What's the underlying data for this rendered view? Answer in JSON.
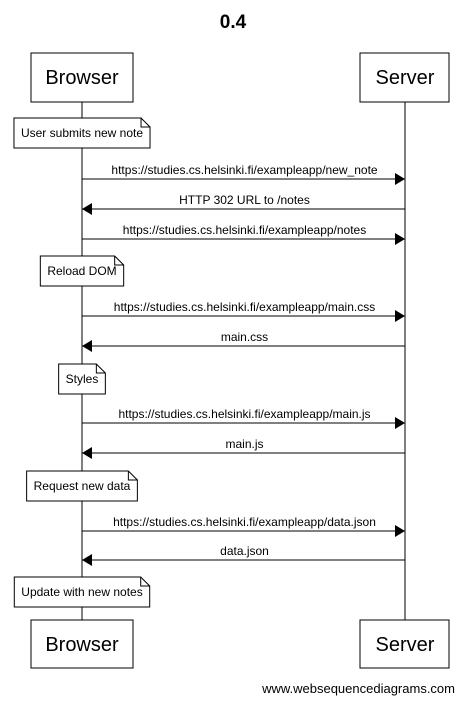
{
  "title": "0.4",
  "actors": {
    "browser": "Browser",
    "server": "Server"
  },
  "steps": [
    {
      "kind": "note",
      "text": "User submits new note"
    },
    {
      "kind": "message",
      "direction": "right",
      "text": "https://studies.cs.helsinki.fi/exampleapp/new_note"
    },
    {
      "kind": "message",
      "direction": "left",
      "text": "HTTP 302 URL to /notes"
    },
    {
      "kind": "message",
      "direction": "right",
      "text": "https://studies.cs.helsinki.fi/exampleapp/notes"
    },
    {
      "kind": "note",
      "text": "Reload DOM"
    },
    {
      "kind": "message",
      "direction": "right",
      "text": "https://studies.cs.helsinki.fi/exampleapp/main.css"
    },
    {
      "kind": "message",
      "direction": "left",
      "text": "main.css"
    },
    {
      "kind": "note",
      "text": "Styles"
    },
    {
      "kind": "message",
      "direction": "right",
      "text": "https://studies.cs.helsinki.fi/exampleapp/main.js"
    },
    {
      "kind": "message",
      "direction": "left",
      "text": "main.js"
    },
    {
      "kind": "note",
      "text": "Request new data"
    },
    {
      "kind": "message",
      "direction": "right",
      "text": "https://studies.cs.helsinki.fi/exampleapp/data.json"
    },
    {
      "kind": "message",
      "direction": "left",
      "text": "data.json"
    },
    {
      "kind": "note",
      "text": "Update with new notes"
    }
  ],
  "footer": "www.websequencediagrams.com"
}
